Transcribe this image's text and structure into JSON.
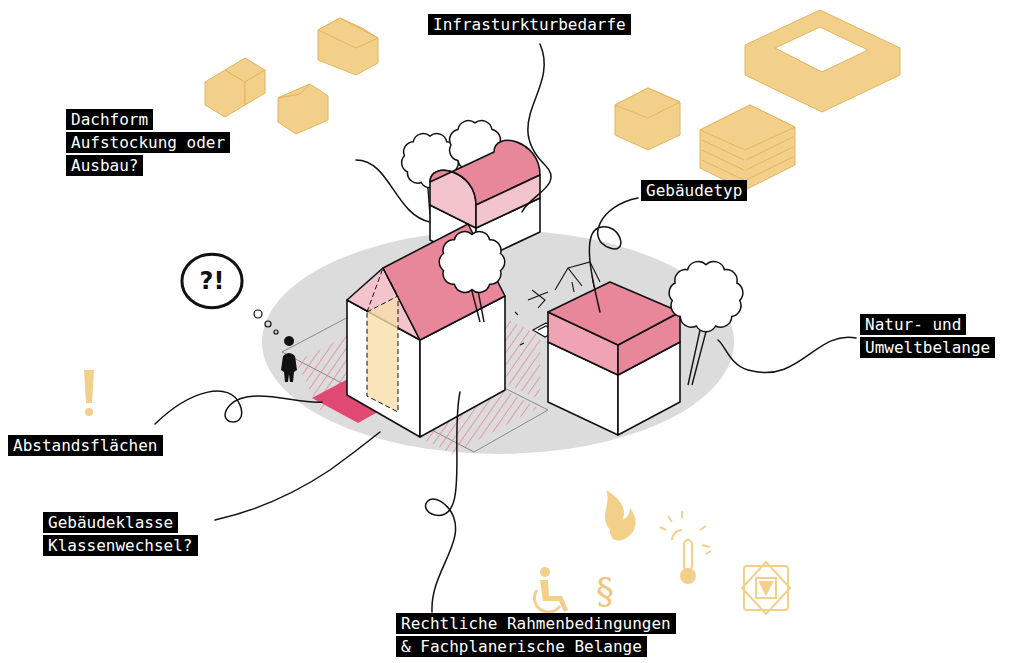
{
  "diagram": {
    "nodes": [
      {
        "text": [
          "Infrasturkturbedarfe"
        ]
      },
      {
        "text": [
          "Dachform Aufstockung oder Ausbau?"
        ]
      },
      {
        "text": [
          "Gebäudetyp"
        ]
      },
      {
        "text": [
          "?!"
        ]
      },
      {
        "text": [
          "Natur- und Umweltbelange"
        ]
      },
      {
        "text": [
          "Abstandsflächen"
        ]
      },
      {
        "text": [
          "Gebäudeklasse Klassenwechsel?"
        ]
      },
      {
        "text": [
          "Rechtliche Rahmenbedingungen & Fachplanerische Belange"
        ]
      }
    ],
    "labels": [
      "§"
    ]
  }
}
